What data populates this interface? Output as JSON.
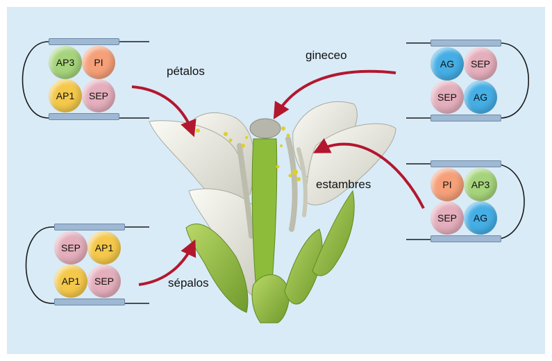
{
  "colors": {
    "background": "#d9ebf7",
    "AP3": "#a6d47c",
    "PI": "#f5a079",
    "AP1": "#f4c84a",
    "SEP": "#e4aebc",
    "AG": "#45aee5",
    "arrow": "#b3172e",
    "petal": "#f0efe6",
    "sepal": "#9ec447",
    "pollen": "#e0cf2a"
  },
  "labels": {
    "petals": "pétalos",
    "carpels": "gineceo",
    "stamens": "estambres",
    "sepals": "sépalos"
  },
  "complexes": {
    "petals": [
      "AP3",
      "PI",
      "AP1",
      "SEP"
    ],
    "carpels": [
      "AG",
      "SEP",
      "SEP",
      "AG"
    ],
    "stamens": [
      "PI",
      "AP3",
      "SEP",
      "AG"
    ],
    "sepals": [
      "SEP",
      "AP1",
      "AP1",
      "SEP"
    ]
  }
}
